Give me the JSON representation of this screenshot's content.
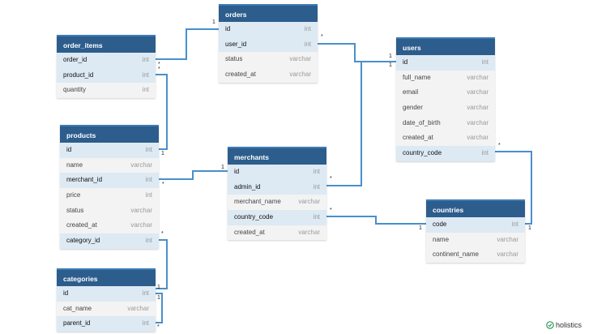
{
  "tables": {
    "order_items": {
      "title": "order_items",
      "columns": [
        {
          "name": "order_id",
          "type": "int",
          "key": true
        },
        {
          "name": "product_id",
          "type": "int",
          "key": true
        },
        {
          "name": "quantity",
          "type": "int",
          "key": false
        }
      ]
    },
    "orders": {
      "title": "orders",
      "columns": [
        {
          "name": "id",
          "type": "int",
          "key": true
        },
        {
          "name": "user_id",
          "type": "int",
          "key": true
        },
        {
          "name": "status",
          "type": "varchar",
          "key": false
        },
        {
          "name": "created_at",
          "type": "varchar",
          "key": false
        }
      ]
    },
    "users": {
      "title": "users",
      "columns": [
        {
          "name": "id",
          "type": "int",
          "key": true
        },
        {
          "name": "full_name",
          "type": "varchar",
          "key": false
        },
        {
          "name": "email",
          "type": "varchar",
          "key": false
        },
        {
          "name": "gender",
          "type": "varchar",
          "key": false
        },
        {
          "name": "date_of_birth",
          "type": "varchar",
          "key": false
        },
        {
          "name": "created_at",
          "type": "varchar",
          "key": false
        },
        {
          "name": "country_code",
          "type": "int",
          "key": true
        }
      ]
    },
    "products": {
      "title": "products",
      "columns": [
        {
          "name": "id",
          "type": "int",
          "key": true
        },
        {
          "name": "name",
          "type": "varchar",
          "key": false
        },
        {
          "name": "merchant_id",
          "type": "int",
          "key": true
        },
        {
          "name": "price",
          "type": "int",
          "key": false
        },
        {
          "name": "status",
          "type": "varchar",
          "key": false
        },
        {
          "name": "created_at",
          "type": "varchar",
          "key": false
        },
        {
          "name": "category_id",
          "type": "int",
          "key": true
        }
      ]
    },
    "merchants": {
      "title": "merchants",
      "columns": [
        {
          "name": "id",
          "type": "int",
          "key": true
        },
        {
          "name": "admin_id",
          "type": "int",
          "key": true
        },
        {
          "name": "merchant_name",
          "type": "varchar",
          "key": false
        },
        {
          "name": "country_code",
          "type": "int",
          "key": true
        },
        {
          "name": "created_at",
          "type": "varchar",
          "key": false
        }
      ]
    },
    "countries": {
      "title": "countries",
      "columns": [
        {
          "name": "code",
          "type": "int",
          "key": true
        },
        {
          "name": "name",
          "type": "varchar",
          "key": false
        },
        {
          "name": "continent_name",
          "type": "varchar",
          "key": false
        }
      ]
    },
    "categories": {
      "title": "categories",
      "columns": [
        {
          "name": "id",
          "type": "int",
          "key": true
        },
        {
          "name": "cat_name",
          "type": "varchar",
          "key": false
        },
        {
          "name": "parent_id",
          "type": "int",
          "key": true
        }
      ]
    }
  },
  "relationships": [
    {
      "from": "order_items.order_id",
      "to": "orders.id",
      "from_card": "*",
      "to_card": "1"
    },
    {
      "from": "order_items.product_id",
      "to": "products.id",
      "from_card": "*",
      "to_card": "1"
    },
    {
      "from": "orders.user_id",
      "to": "users.id",
      "from_card": "*",
      "to_card": "1"
    },
    {
      "from": "merchants.admin_id",
      "to": "users.id",
      "from_card": "*",
      "to_card": "1"
    },
    {
      "from": "products.merchant_id",
      "to": "merchants.id",
      "from_card": "*",
      "to_card": "1"
    },
    {
      "from": "merchants.country_code",
      "to": "countries.code",
      "from_card": "*",
      "to_card": "1"
    },
    {
      "from": "users.country_code",
      "to": "countries.code",
      "from_card": "*",
      "to_card": "1"
    },
    {
      "from": "products.category_id",
      "to": "categories.id",
      "from_card": "*",
      "to_card": "1"
    },
    {
      "from": "categories.parent_id",
      "to": "categories.id",
      "from_card": "*",
      "to_card": "1"
    }
  ],
  "brand": {
    "name": "holistics",
    "icon": "check-circle-icon",
    "accent": "#4a8fcc",
    "header_color": "#2c5d8c"
  }
}
